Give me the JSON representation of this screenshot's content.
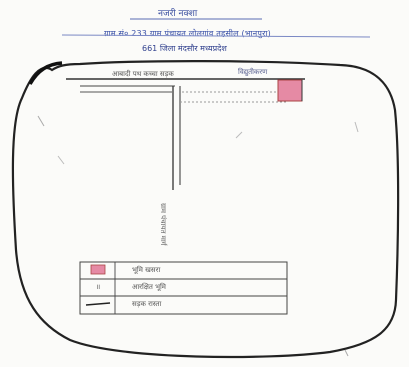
{
  "header": {
    "title": "नजरी नक्शा",
    "line1": "ग्राम सं० 233 ग्राम पंचायत लोलगांव तहसील (भानपुरा)",
    "line2": "661 जिला मंदसौर मध्यप्रदेश"
  },
  "map": {
    "road_label": "आबादी पथ  कच्चा सड़क",
    "parcel_label": "विद्युतीकरण",
    "vertical_road_label": "ग्राम पंचायत मार्ग"
  },
  "legend": {
    "rows": [
      {
        "symbol": "red-box",
        "text": "भूमि खसरा"
      },
      {
        "symbol": "numeral",
        "mark": "॥",
        "text": "आरक्षित भूमि"
      },
      {
        "symbol": "line",
        "text": "सड़क रास्ता"
      }
    ]
  },
  "colors": {
    "parcel_fill": "#e58aa4",
    "ink": "#3a4fa0",
    "pencil": "#333333"
  }
}
